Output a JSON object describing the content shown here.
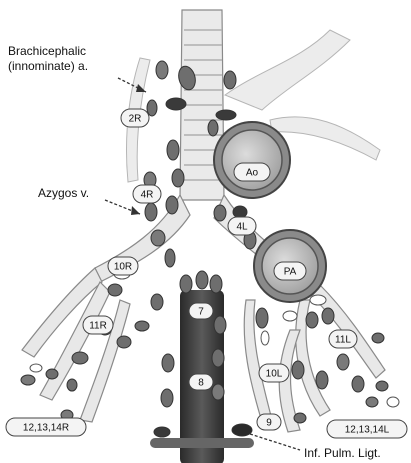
{
  "external_labels": {
    "brachiocephalic_line1": "Brachicephalic",
    "brachiocephalic_line2": "(innominate) a.",
    "azygos": "Azygos v.",
    "inf_pulm_ligt": "Inf. Pulm. Ligt."
  },
  "vessels": {
    "aorta": "Ao",
    "pulmonary_artery": "PA"
  },
  "stations": {
    "s2R": "2R",
    "s4R": "4R",
    "s4L": "4L",
    "s10R": "10R",
    "s11R": "11R",
    "s7": "7",
    "s8": "8",
    "s10L": "10L",
    "s11L": "11L",
    "s9": "9",
    "s12R": "12,13,14R",
    "s12L": "12,13,14L"
  },
  "colors": {
    "node_fill": "#6e6e6e",
    "node_dark": "#3a3a3a",
    "esophagus": "#3d3d3d",
    "airway": "#e9e9e9",
    "outline": "#555555"
  }
}
